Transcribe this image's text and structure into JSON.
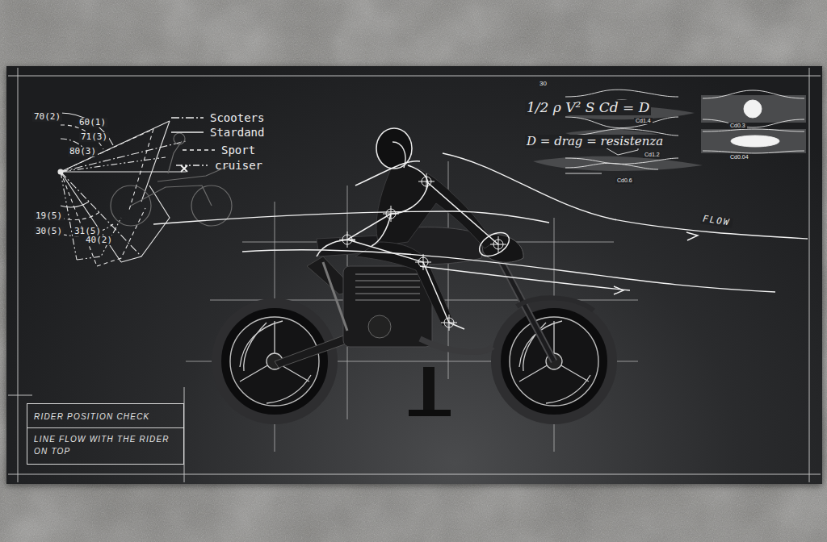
{
  "diagram": {
    "nodes": [
      {
        "text": [
          "RIDER POSITION CHECK",
          "LINE FLOW WITH THE RIDER ON TOP"
        ]
      }
    ],
    "labels": [
      "70(2)",
      "60(1)",
      "71(3)",
      "80(3)",
      "19(5)",
      "30(5)",
      "31(5)",
      "40(2)",
      "30",
      "1/2 ρ V² S Cd = D",
      "D = drag = resistenza",
      "Cd1.4",
      "Cd1.2",
      "Cd0.3",
      "Cd0.04",
      "Cd0.6",
      "FLOW"
    ],
    "legend": [
      {
        "text": "Scooters"
      },
      {
        "text": "Stardand"
      },
      {
        "text": "Sport"
      },
      {
        "text": "cruiser"
      }
    ]
  }
}
